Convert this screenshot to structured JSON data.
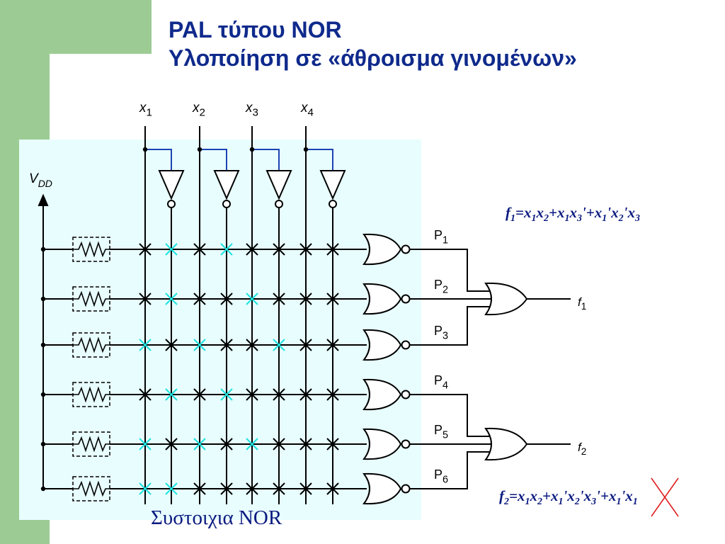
{
  "title": {
    "line1": "PAL τύπου NOR",
    "line2": "Υλοποίηση σε «άθροισμα γινομένων»"
  },
  "inputs": [
    "x1",
    "x2",
    "x3",
    "x4"
  ],
  "supply_label": "VDD",
  "products": [
    "P1",
    "P2",
    "P3",
    "P4",
    "P5",
    "P6"
  ],
  "outputs": [
    "f1",
    "f2"
  ],
  "formulas": {
    "f1": "f1=x1x2+x1x3'+x1'x2'x3",
    "f2": "f2=x1x2+x1'x2'x3'+x1'x1"
  },
  "caption": "Συστοιχια NOR",
  "colors": {
    "title": "#0f2a8c",
    "formula": "#0a1a80",
    "active_cross": "#1ee3e0",
    "struck_term": "#e02020",
    "array_background": "#e8fdfe",
    "side_decoration": "#9ccc94"
  },
  "array": {
    "column_order": [
      "x1",
      "x1'",
      "x2",
      "x2'",
      "x3",
      "x3'",
      "x4",
      "x4'"
    ],
    "programmed_rows": [
      {
        "product": "P1",
        "cyan_columns": [
          "x1'",
          "x2'"
        ]
      },
      {
        "product": "P2",
        "cyan_columns": [
          "x1'",
          "x3"
        ]
      },
      {
        "product": "P3",
        "cyan_columns": [
          "x1",
          "x2",
          "x3'"
        ]
      },
      {
        "product": "P4",
        "cyan_columns": [
          "x1'",
          "x2'"
        ]
      },
      {
        "product": "P5",
        "cyan_columns": [
          "x1",
          "x2",
          "x3"
        ]
      },
      {
        "product": "P6",
        "cyan_columns": [
          "x1",
          "x1'"
        ]
      }
    ]
  }
}
